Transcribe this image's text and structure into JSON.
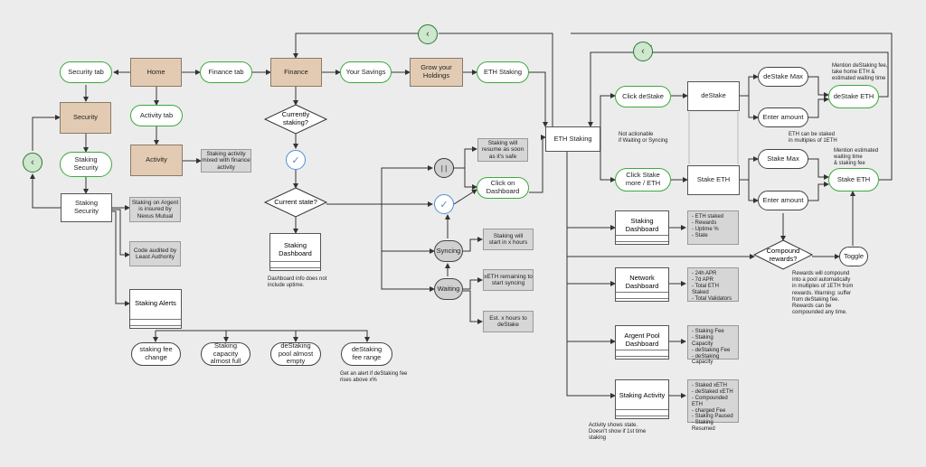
{
  "nodes": {
    "security_tab": "Security tab",
    "home": "Home",
    "finance_tab": "Finance tab",
    "finance": "Finance",
    "your_savings": "Your Savings",
    "grow_holdings": "Grow your Holdings",
    "eth_staking_top": "ETH Staking",
    "security": "Security",
    "activity_tab": "Activity tab",
    "activity": "Activity",
    "staking_security_1": "Staking Security",
    "staking_security_2": "Staking Security",
    "currently_staking": "Currently staking?",
    "current_state": "Current state?",
    "staking_dashboard_left": "Staking Dashboard",
    "staking_alerts": "Staking Alerts",
    "alert_fee_change": "staking fee change",
    "alert_capacity": "Staking capacity almost full",
    "alert_pool_empty": "deStaking pool almost empty",
    "alert_destake_fee": "deStaking fee range",
    "eth_staking_main": "ETH Staking",
    "click_destake": "Click deStake",
    "destake": "deStake",
    "destake_max": "deStake Max",
    "enter_amount_1": "Enter amount",
    "destake_eth": "deStake ETH",
    "click_stake_more": "Click Stake more / ETH",
    "stake_eth": "Stake ETH",
    "stake_max": "Stake Max",
    "enter_amount_2": "Enter amount",
    "stake_eth_pill": "Stake ETH",
    "compound_rewards": "Compound rewards?",
    "toggle": "Toggle",
    "staking_dashboard_right": "Staking Dashboard",
    "network_dashboard": "Network Dashboard",
    "argent_pool_dashboard": "Argent Pool Dashboard",
    "staking_activity": "Staking Activity",
    "click_on_dashboard": "Click on Dashboard",
    "syncing": "Syncing",
    "waiting": "Waiting"
  },
  "notes": {
    "staking_activity_mixed": "Staking activity mixed with finance activity",
    "insured": "Staking on Argent is insured by Nexus Mutual",
    "audited": "Code audited by Least Authority",
    "resume_safe": "Staking will resume as soon as it's safe",
    "start_hours": "Staking will start in x hours",
    "xeth_remaining": "xETH remaining to start syncing",
    "est_hours": "Est. x hours to deStake",
    "dash_list": "- ETH staked\n- Rewards\n- Uptime %\n- State",
    "network_list": "- 24h APR\n- 7d APR\n- Total ETH Staked\n- Total Validators",
    "pool_list": "- Staking Fee\n- Staking Capacity\n- deStaking Fee\n- deStaking\nCapacity",
    "activity_list": "- Staked xETH\n- deStaked xETH\n- Compounded ETH\n- charged Fee\n- Staking Paused\n- Staking Resumed"
  },
  "annotations": {
    "dashboard_uptime": "Dashboard info does not include uptime.",
    "alert_fee": "Get an alert if deStaking fee rises above x%",
    "not_actionable": "Not actionable\nif Waiting or Syncing",
    "destake_mention": "Mention deStaking fee,\ntake home ETH &\nestimated waiting time",
    "eth_multiples": "ETH can be staked\nin multiples of 1ETH",
    "stake_mention": "Mention estimated\nwaiting time\n& staking fee",
    "compound_note": "Rewards will compound\ninto a pool automatically\nin multiples of 1ETH from\nrewards. Warning: suffer\nfrom deStaking fee.\nRewards can be\ncompounded any time.",
    "activity_state": "Activity shows state.\nDoesn't show if 1st time\nstaking"
  },
  "icons": {
    "back_top": "back-chevron-icon",
    "back_right": "back-chevron-icon",
    "back_left": "back-chevron-icon",
    "pause": "pause-icon",
    "check": "check-icon"
  },
  "colors": {
    "green": "#3daa3d",
    "tan": "#e3cbb3",
    "note": "#d6d6d6"
  }
}
